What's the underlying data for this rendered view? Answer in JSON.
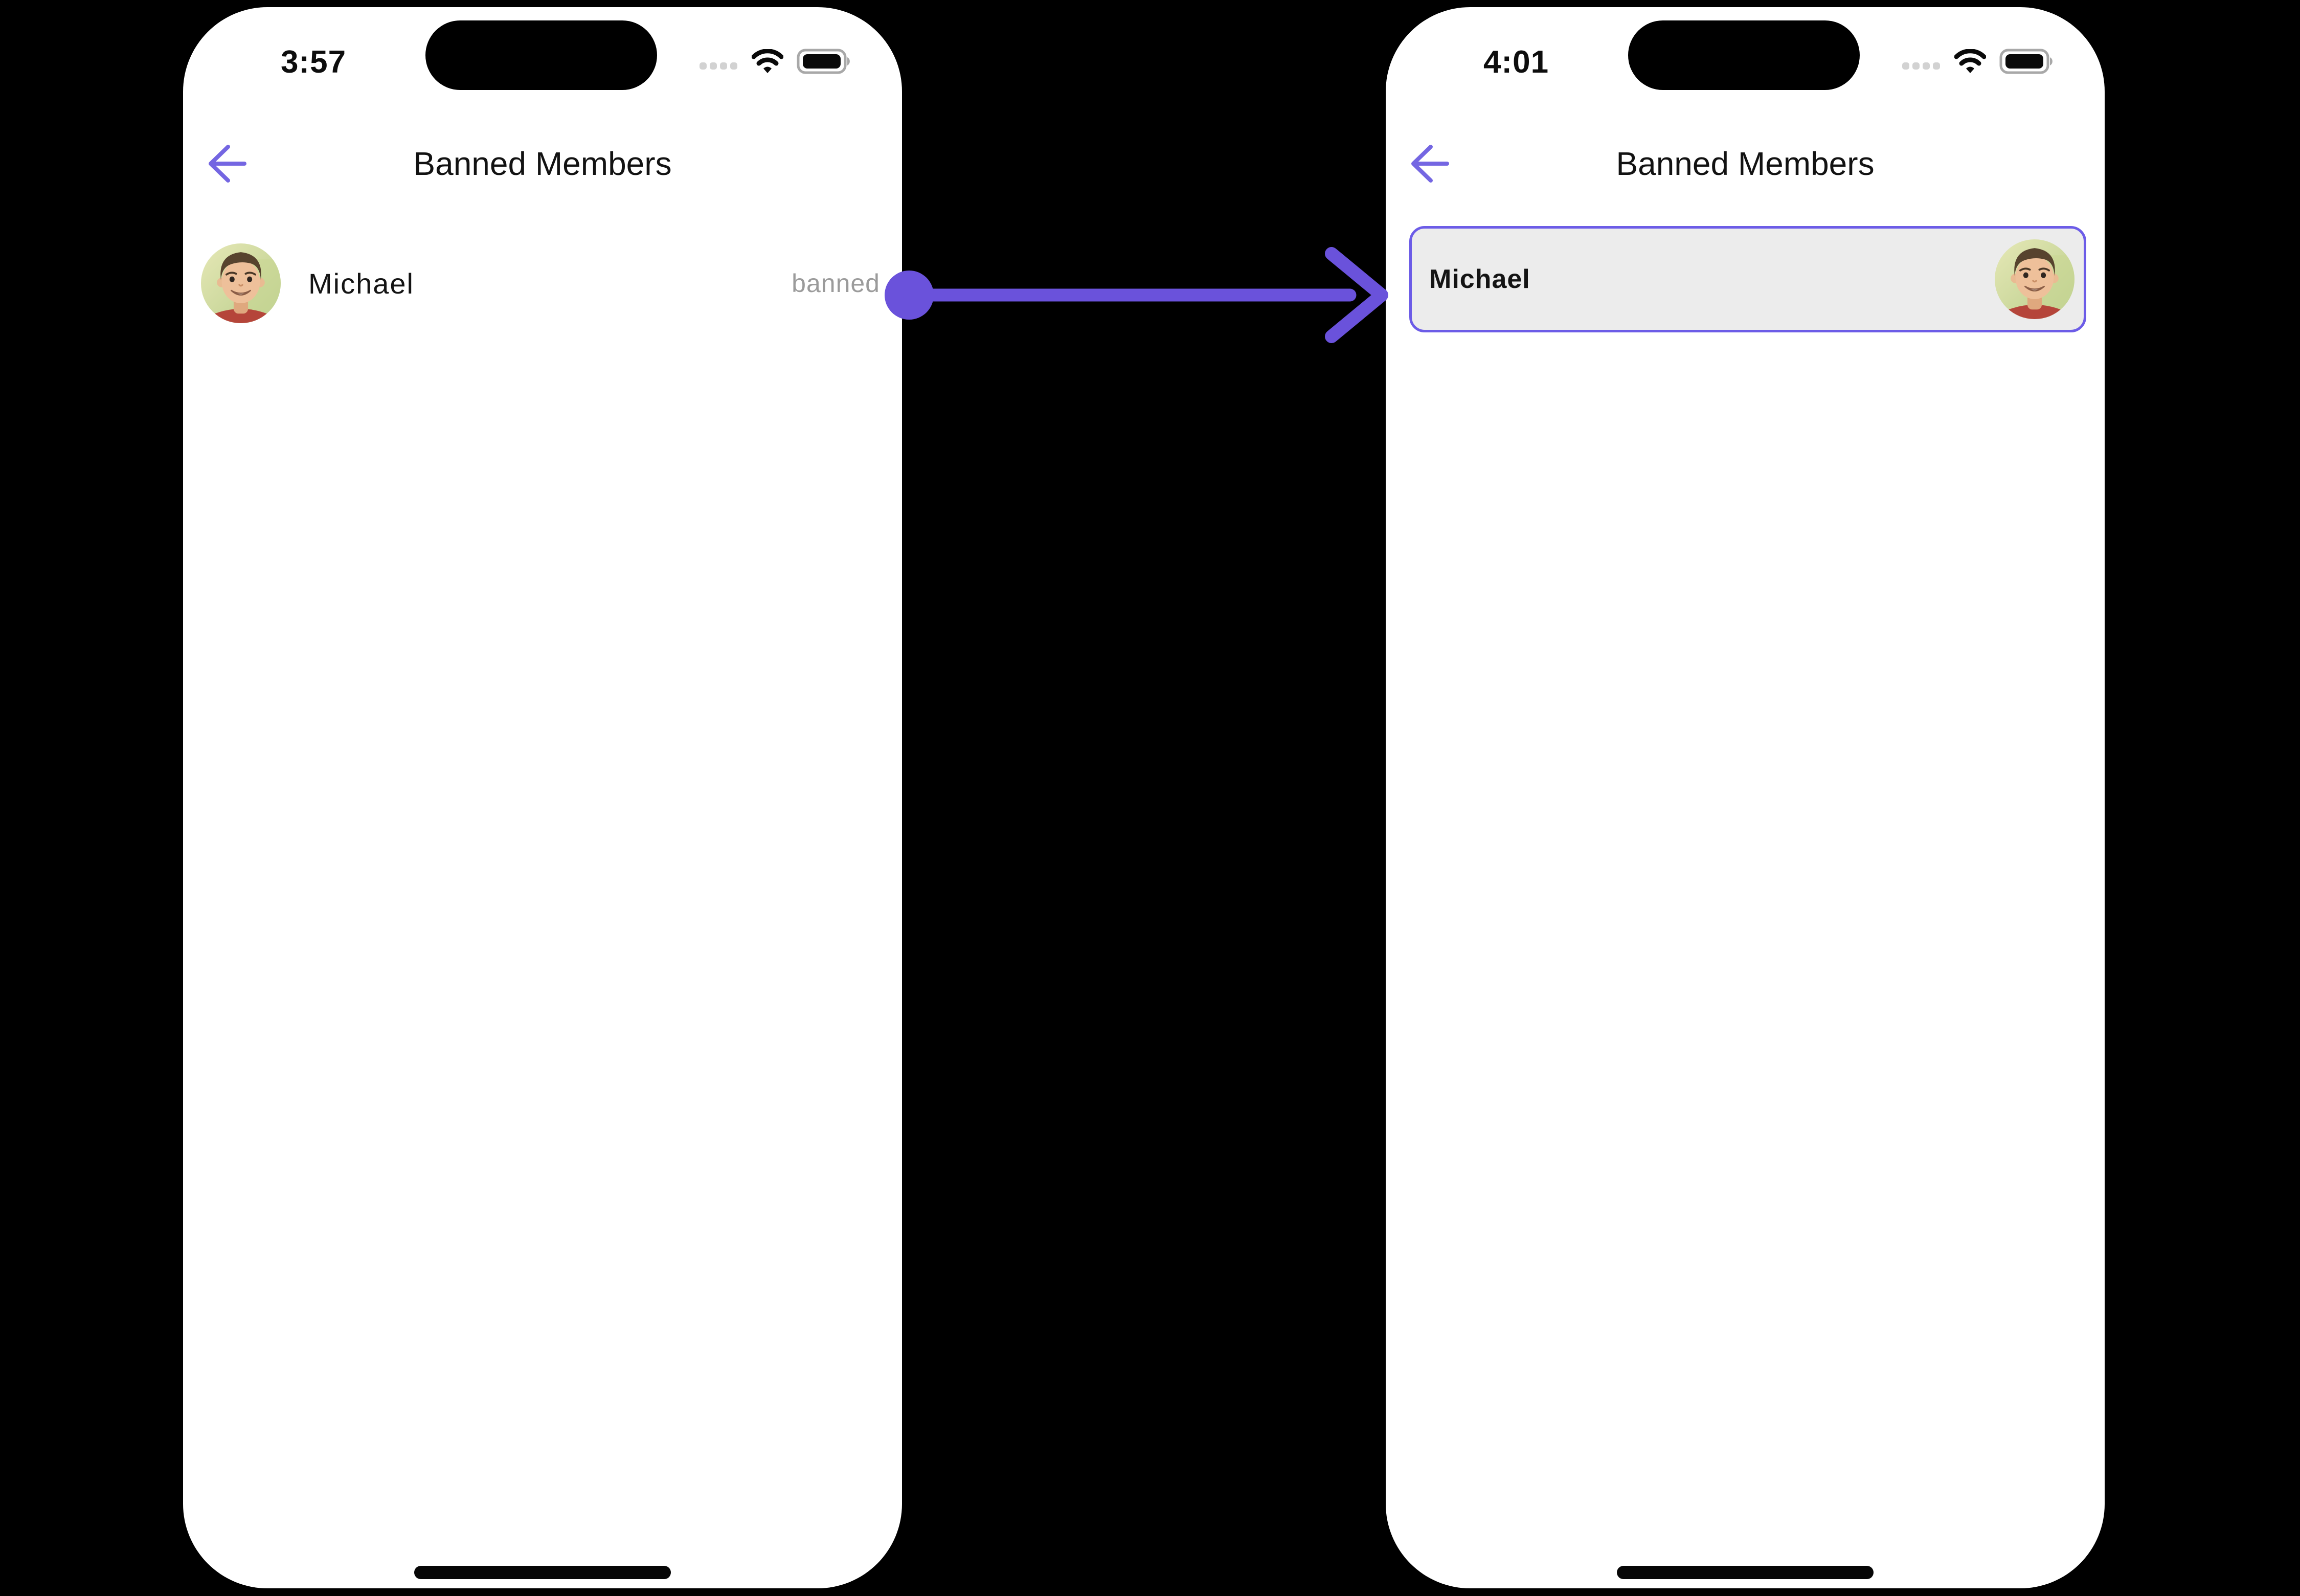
{
  "colors": {
    "accent_purple": "#6C5CE7",
    "back_arrow_purple": "#7466E2",
    "annotation_arrow_purple": "#6A52DB",
    "banned_text_gray": "#9B9B9B",
    "card_background": "#ECECEC",
    "phone_background": "#FFFFFF",
    "page_background": "#000000"
  },
  "icons": {
    "back": "arrow-left-icon",
    "cellular": "cellular-signal-dots-icon",
    "wifi": "wifi-icon",
    "battery": "battery-full-icon",
    "avatar": "male-portrait-photo"
  },
  "left_phone": {
    "status_bar": {
      "time": "3:57"
    },
    "header": {
      "title": "Banned Members"
    },
    "member_list": [
      {
        "name": "Michael",
        "status": "banned"
      }
    ]
  },
  "right_phone": {
    "status_bar": {
      "time": "4:01"
    },
    "header": {
      "title": "Banned Members"
    },
    "member_list": [
      {
        "name": "Michael"
      }
    ]
  }
}
